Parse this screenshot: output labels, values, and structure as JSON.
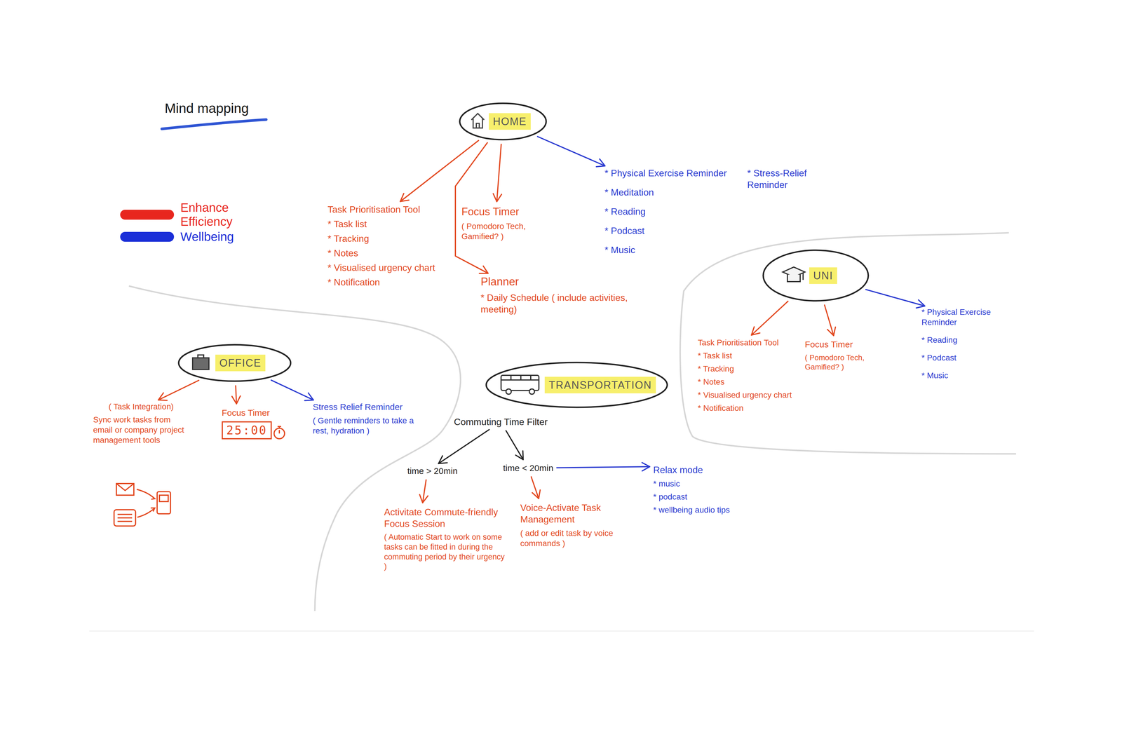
{
  "diagram": {
    "title": "Mind mapping",
    "nodes": [
      {
        "text": [
          "HOME"
        ]
      },
      {
        "text": [
          "Task Prioritisation Tool",
          "* Task list",
          "* Tracking",
          "* Notes",
          "* Visualised urgency chart",
          "* Notification"
        ]
      },
      {
        "text": [
          "Focus Timer",
          "( Pomodoro Tech, Gamified? )"
        ]
      },
      {
        "text": [
          "Planner",
          "* Daily Schedule ( include activities, meeting)"
        ]
      },
      {
        "text": [
          "* Physical Exercise Reminder",
          "* Meditation",
          "* Reading",
          "* Podcast",
          "* Music",
          "* Stress-Relief Reminder"
        ]
      },
      {
        "text": [
          "UNI"
        ]
      },
      {
        "text": [
          "Task Prioritisation Tool",
          "* Task list",
          "* Tracking",
          "* Notes",
          "* Visualised urgency chart",
          "* Notification"
        ]
      },
      {
        "text": [
          "Focus Timer",
          "( Pomodoro Tech, Gamified? )"
        ]
      },
      {
        "text": [
          "* Physical Exercise Reminder",
          "* Reading",
          "* Podcast",
          "* Music"
        ]
      },
      {
        "text": [
          "OFFICE"
        ]
      },
      {
        "text": [
          "( Task Integration)",
          "Sync work tasks from email or company project management tools"
        ]
      },
      {
        "text": [
          "Focus Timer",
          "25:00"
        ]
      },
      {
        "text": [
          "Stress Relief Reminder",
          "( Gentle reminders to take a rest, hydration )"
        ]
      },
      {
        "text": [
          "TRANSPORTATION"
        ]
      },
      {
        "text": [
          "Commuting Time Filter"
        ]
      },
      {
        "text": [
          "time > 20min"
        ]
      },
      {
        "text": [
          "time < 20min"
        ]
      },
      {
        "text": [
          "Activitate Commute-friendly Focus Session",
          "( Automatic Start to work on some tasks can be fitted in during the commuting period by their urgency )"
        ]
      },
      {
        "text": [
          "Voice-Activate Task Management",
          "( add or edit task by voice commands )"
        ]
      },
      {
        "text": [
          "Relax mode",
          "* music",
          "* podcast",
          "* wellbeing audio tips"
        ]
      }
    ],
    "edges": [
      {
        "from": 0,
        "to": 1,
        "arrow": "to"
      },
      {
        "from": 0,
        "to": 2,
        "arrow": "to"
      },
      {
        "from": 0,
        "to": 3,
        "arrow": "to"
      },
      {
        "from": 0,
        "to": 4,
        "arrow": "to"
      },
      {
        "from": 5,
        "to": 6,
        "arrow": "to"
      },
      {
        "from": 5,
        "to": 7,
        "arrow": "to"
      },
      {
        "from": 5,
        "to": 8,
        "arrow": "to"
      },
      {
        "from": 9,
        "to": 10,
        "arrow": "to"
      },
      {
        "from": 9,
        "to": 11,
        "arrow": "to"
      },
      {
        "from": 9,
        "to": 12,
        "arrow": "to"
      },
      {
        "from": 14,
        "to": 15,
        "arrow": "to"
      },
      {
        "from": 14,
        "to": 16,
        "arrow": "to"
      },
      {
        "from": 15,
        "to": 17,
        "arrow": "to"
      },
      {
        "from": 16,
        "to": 18,
        "arrow": "to"
      },
      {
        "from": 16,
        "to": 19,
        "arrow": "to"
      }
    ],
    "legend": [
      {
        "text": "Enhance Efficiency",
        "color": "#e8261e"
      },
      {
        "text": "Wellbeing",
        "color": "#1b2fd8"
      }
    ]
  }
}
